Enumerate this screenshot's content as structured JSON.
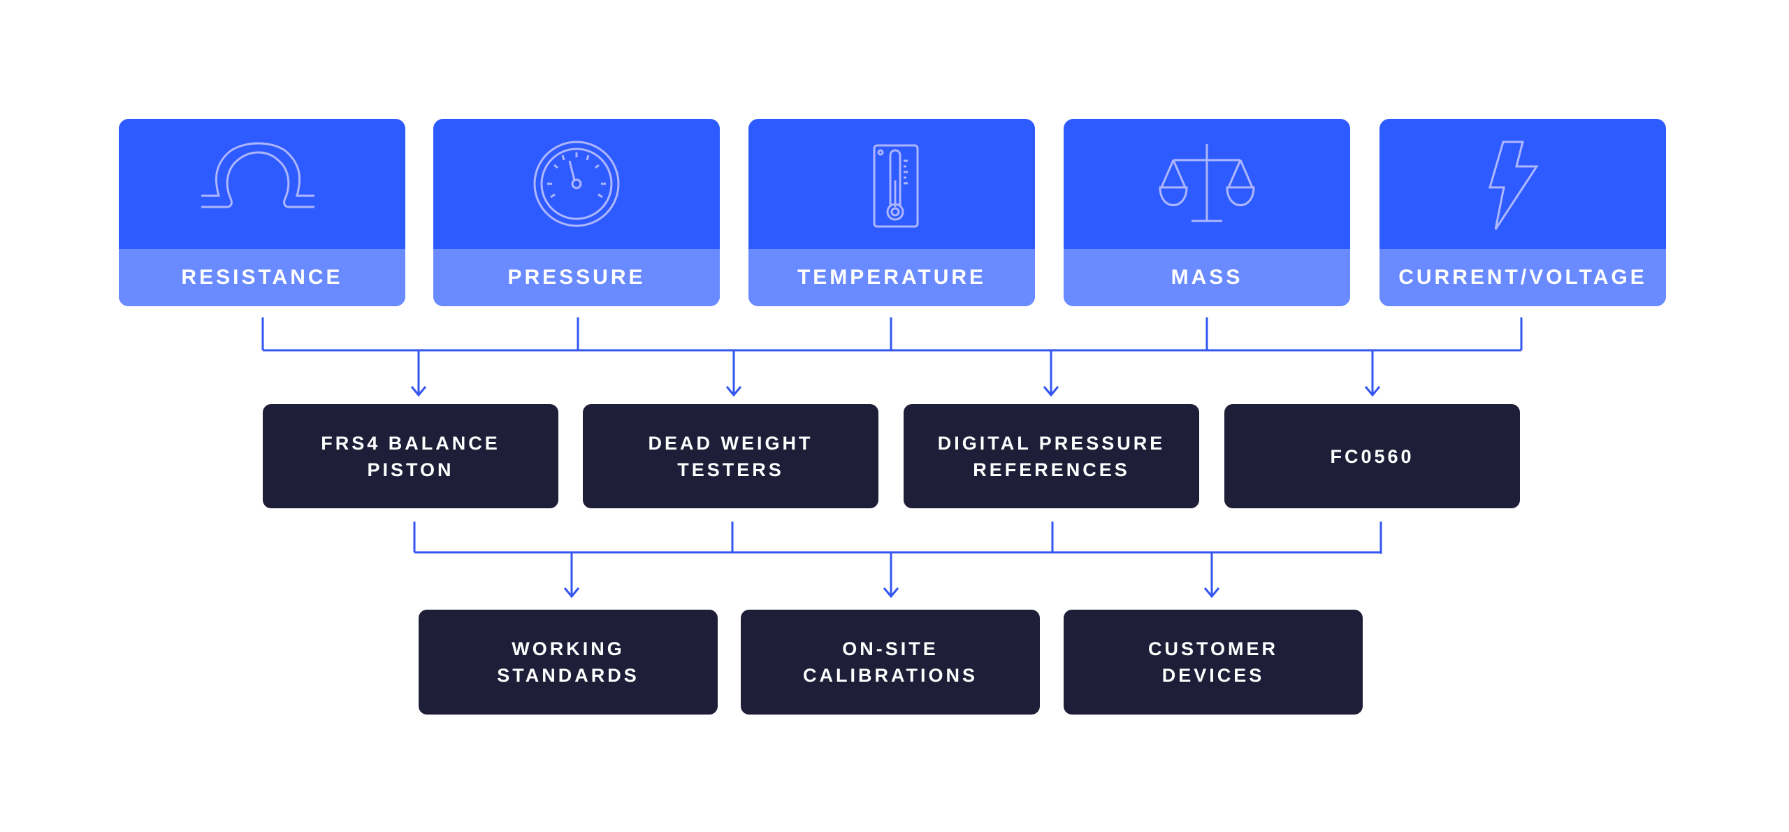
{
  "categories": [
    {
      "label": "RESISTANCE",
      "icon": "ohm-icon"
    },
    {
      "label": "PRESSURE",
      "icon": "gauge-icon"
    },
    {
      "label": "TEMPERATURE",
      "icon": "thermometer-icon"
    },
    {
      "label": "MASS",
      "icon": "scale-icon"
    },
    {
      "label": "CURRENT/VOLTAGE",
      "icon": "lightning-icon"
    }
  ],
  "instruments": [
    {
      "label": "FRS4 BALANCE\nPISTON"
    },
    {
      "label": "DEAD WEIGHT\nTESTERS"
    },
    {
      "label": "DIGITAL PRESSURE\nREFERENCES"
    },
    {
      "label": "FC0560"
    }
  ],
  "outputs": [
    {
      "label": "WORKING\nSTANDARDS"
    },
    {
      "label": "ON-SITE\nCALIBRATIONS"
    },
    {
      "label": "CUSTOMER\nDEVICES"
    }
  ],
  "colors": {
    "primary": "#2D5BFF",
    "band": "#6A8BFF",
    "icon": "#AEB6FF",
    "node": "#1E1E38",
    "line": "#3355F0"
  }
}
